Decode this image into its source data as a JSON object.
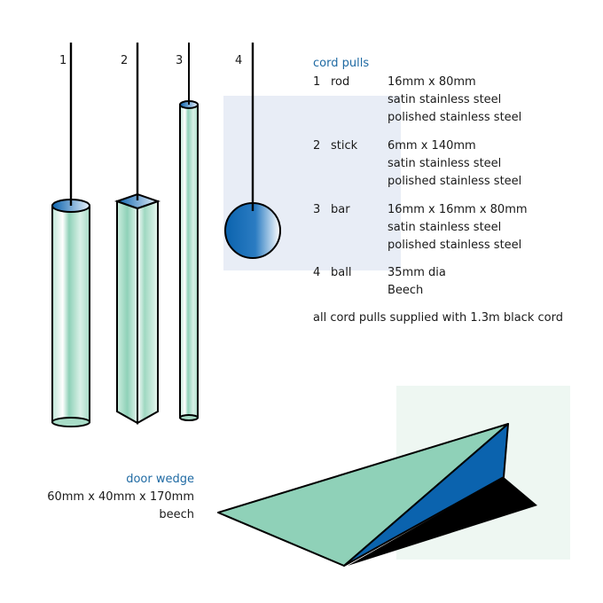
{
  "item_numbers": [
    "1",
    "2",
    "3",
    "4"
  ],
  "cord_pulls": {
    "heading": "cord pulls",
    "items": [
      {
        "number": "1",
        "name": "rod",
        "size": "16mm x 80mm",
        "finishes": [
          "satin stainless steel",
          "polished stainless steel"
        ]
      },
      {
        "number": "2",
        "name": "stick",
        "size": "6mm x 140mm",
        "finishes": [
          "satin stainless steel",
          "polished stainless steel"
        ]
      },
      {
        "number": "3",
        "name": "bar",
        "size": "16mm x 16mm x 80mm",
        "finishes": [
          "satin stainless steel",
          "polished stainless steel"
        ]
      },
      {
        "number": "4",
        "name": "ball",
        "size": "35mm dia",
        "finishes": [
          "Beech"
        ]
      }
    ],
    "footnote": "all cord pulls supplied with 1.3m black cord"
  },
  "door_wedge": {
    "heading": "door wedge",
    "size": "60mm x 40mm x 170mm",
    "material": "beech"
  },
  "colors": {
    "mint": "#8fd1b8",
    "mint_light": "#d6efe5",
    "blue": "#0b63ae",
    "panel": "#e8edf6",
    "panel_green": "#eef7f2",
    "heading": "#1f6aa3"
  }
}
